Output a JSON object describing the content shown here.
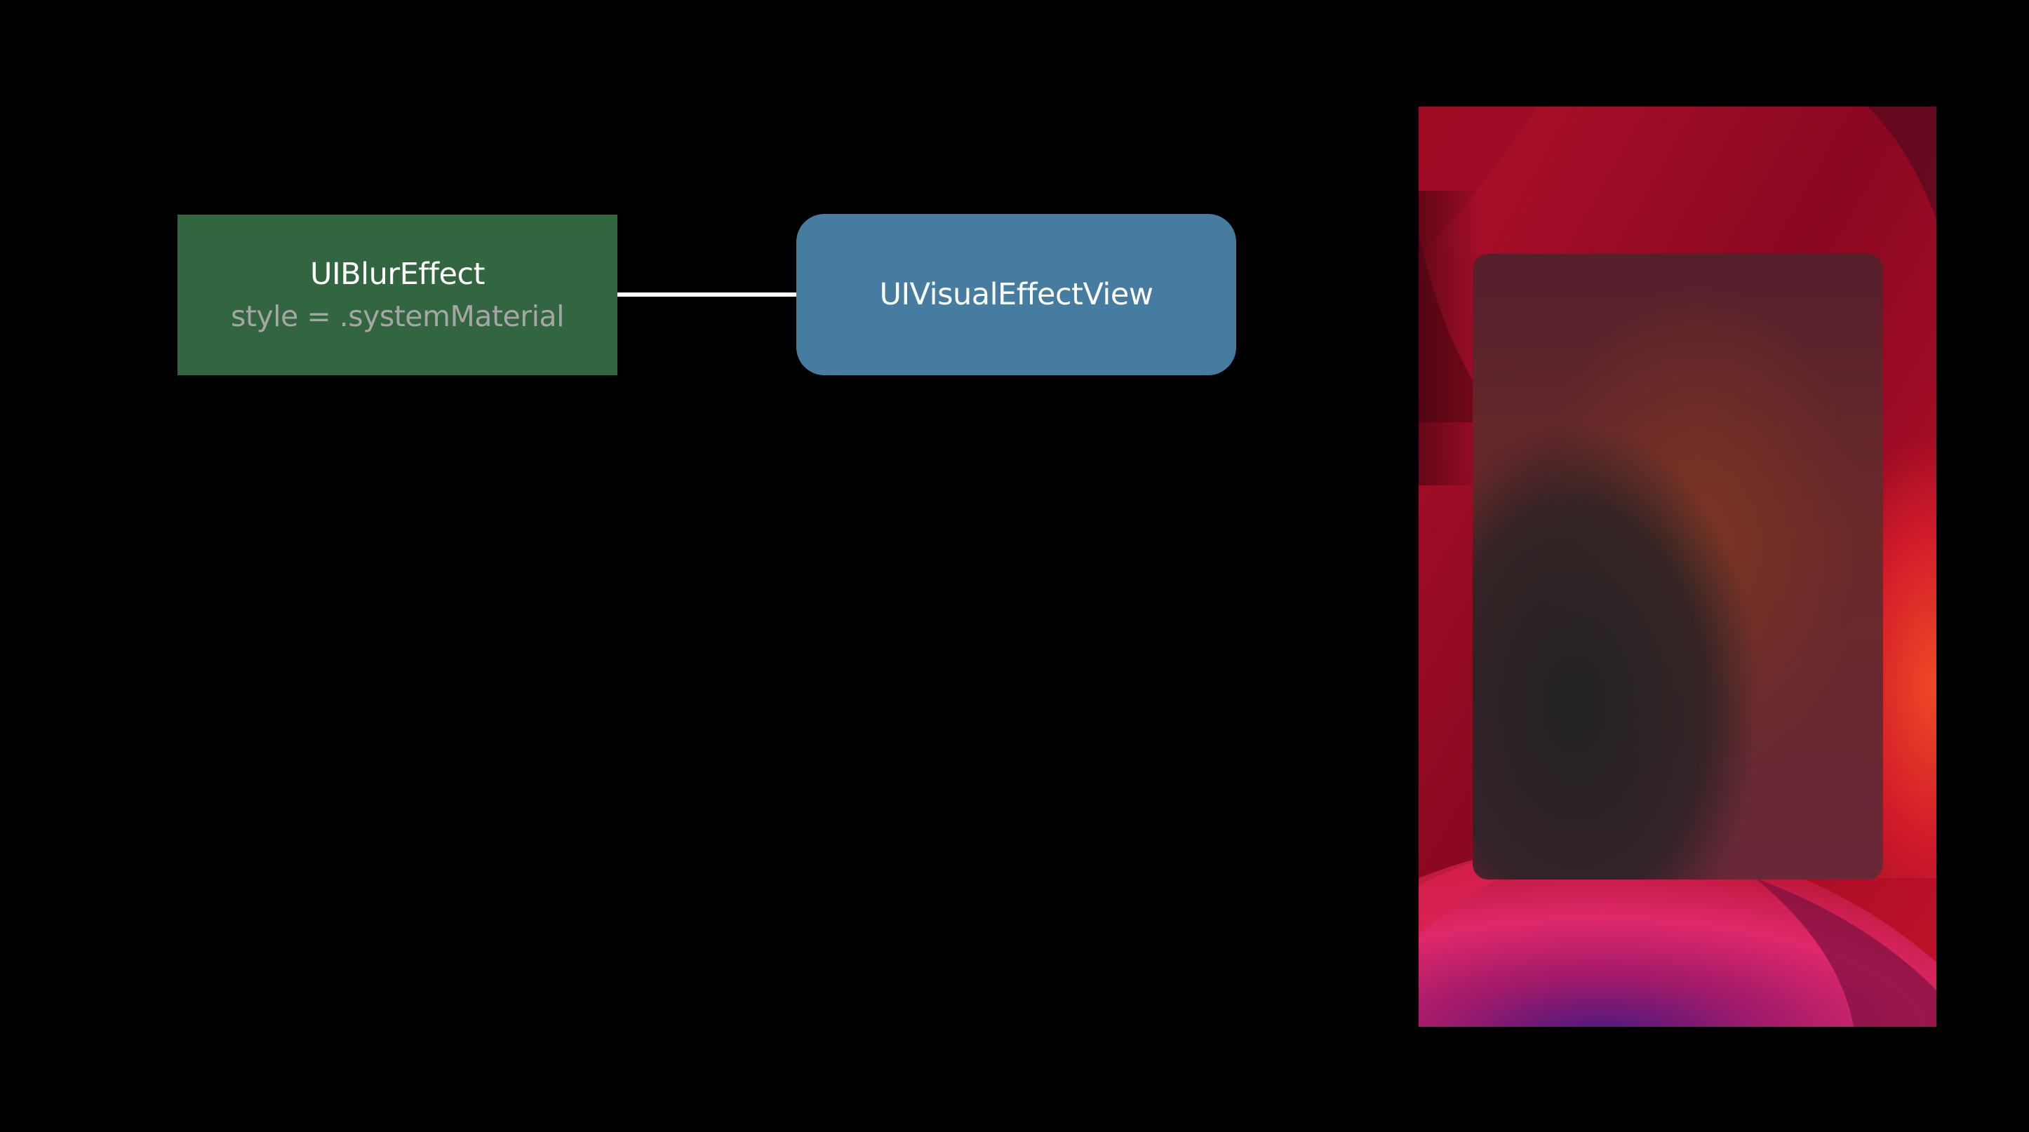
{
  "diagram": {
    "blur_effect": {
      "title": "UIBlurEffect",
      "subtitle": "style = .systemMaterial",
      "color": "#316640"
    },
    "connector": {
      "color": "#ffffff"
    },
    "visual_effect_view": {
      "title": "UIVisualEffectView",
      "color": "#467c9f"
    }
  },
  "preview": {
    "wallpaper_colors": [
      "#8a0a1f",
      "#c4152b",
      "#e0402a",
      "#e8306a",
      "#5a1a7a"
    ],
    "material_panel_color": "#4a2a33"
  }
}
